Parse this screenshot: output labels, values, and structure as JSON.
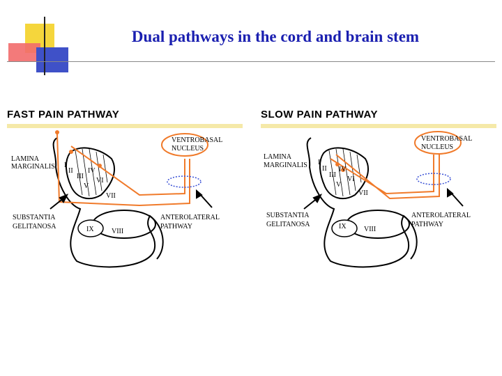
{
  "slide": {
    "title": "Dual pathways in the cord and brain stem"
  },
  "panels": [
    {
      "heading": "FAST PAIN PATHWAY",
      "labels": {
        "lamina_line1": "LAMINA",
        "lamina_line2": "MARGINALIS",
        "substantia_line1": "SUBSTANTIA",
        "substantia_line2": "GELITANOSA",
        "ventrobasal_line1": "VENTROBASAL",
        "ventrobasal_line2": "NUCLEUS",
        "anterolateral_line1": "ANTEROLATERAL",
        "anterolateral_line2": "PATHWAY"
      },
      "laminae": [
        "I",
        "II",
        "III",
        "IV",
        "V",
        "VI",
        "VII",
        "VIII",
        "IX"
      ]
    },
    {
      "heading": "SLOW PAIN PATHWAY",
      "labels": {
        "lamina_line1": "LAMINA",
        "lamina_line2": "MARGINALIS",
        "substantia_line1": "SUBSTANTIA",
        "substantia_line2": "GELITANOSA",
        "ventrobasal_line1": "VENTROBASAL",
        "ventrobasal_line2": "NUCLEUS",
        "anterolateral_line1": "ANTEROLATERAL",
        "anterolateral_line2": "PATHWAY"
      },
      "laminae": [
        "I",
        "II",
        "III",
        "IV",
        "V",
        "VI",
        "VII",
        "VIII",
        "IX"
      ]
    }
  ],
  "colors": {
    "title": "#1a1fb0",
    "pathway": "#f07a2a",
    "highlight_band": "#f5e9a8",
    "oval_dotted": "#3b52d6"
  }
}
